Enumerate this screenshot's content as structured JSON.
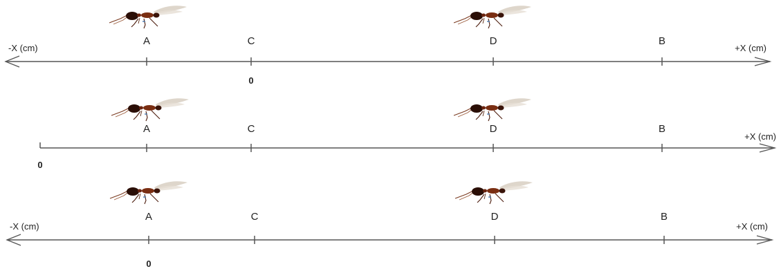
{
  "rows": [
    {
      "left_label": "-X (cm)",
      "right_label": "+X (cm)",
      "origin_label": "0",
      "points": [
        {
          "label": "A",
          "ant": true
        },
        {
          "label": "C",
          "ant": false
        },
        {
          "label": "D",
          "ant": true
        },
        {
          "label": "B",
          "ant": false
        }
      ]
    },
    {
      "left_label": "",
      "right_label": "+X (cm)",
      "origin_label": "0",
      "points": [
        {
          "label": "A",
          "ant": true
        },
        {
          "label": "C",
          "ant": false
        },
        {
          "label": "D",
          "ant": true
        },
        {
          "label": "B",
          "ant": false
        }
      ]
    },
    {
      "left_label": "-X (cm)",
      "right_label": "+X (cm)",
      "origin_label": "0",
      "points": [
        {
          "label": "A",
          "ant": true
        },
        {
          "label": "C",
          "ant": false
        },
        {
          "label": "D",
          "ant": true
        },
        {
          "label": "B",
          "ant": false
        }
      ]
    }
  ],
  "colors": {
    "axis": "#555555",
    "text": "#222222",
    "ant_body": "#5a1e0c",
    "ant_head": "#2a0e06",
    "ant_wing": "#d8cfc2"
  }
}
